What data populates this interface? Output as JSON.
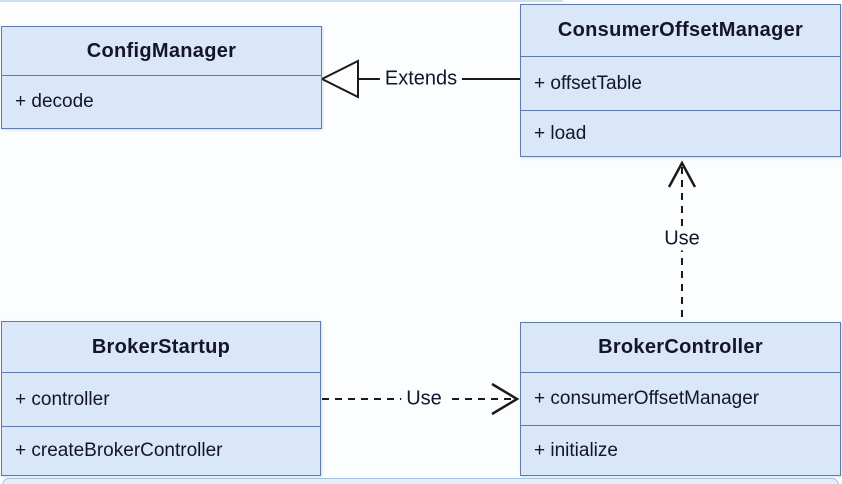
{
  "diagram": {
    "type": "uml-class-diagram",
    "colors": {
      "background": "#fbfdff",
      "box_fill": "#d9e7f8",
      "box_border": "#5d7bab",
      "text": "#14142b",
      "line": "#1a1a1a"
    }
  },
  "classes": [
    {
      "title": "ConfigManager",
      "members": [
        "+ decode"
      ]
    },
    {
      "title": "ConsumerOffsetManager",
      "members": [
        "+ offsetTable",
        "+ load"
      ]
    },
    {
      "title": "BrokerStartup",
      "members": [
        "+ controller",
        "+ createBrokerController"
      ]
    },
    {
      "title": "BrokerController",
      "members": [
        "+ consumerOffsetManager",
        "+ initialize"
      ]
    }
  ],
  "relations": [
    {
      "type": "inheritance",
      "label": "Extends",
      "from": "ConsumerOffsetManager",
      "to": "ConfigManager",
      "line": "solid"
    },
    {
      "type": "dependency",
      "label": "Use",
      "from": "BrokerStartup",
      "to": "BrokerController",
      "line": "dashed"
    },
    {
      "type": "dependency",
      "label": "Use",
      "from": "BrokerController",
      "to": "ConsumerOffsetManager",
      "line": "dashed"
    }
  ]
}
